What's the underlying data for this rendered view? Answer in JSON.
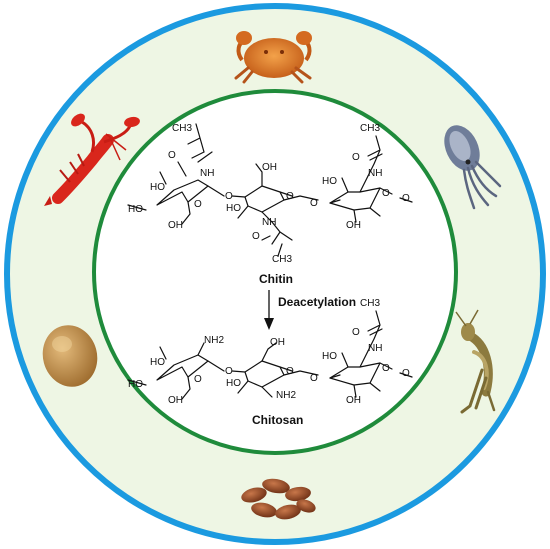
{
  "colors": {
    "outer_ring": "#1b9ae0",
    "ring_fill": "#eef6e4",
    "inner_ring": "#1f8b3b",
    "inner_fill": "#ffffff"
  },
  "sources": [
    {
      "name": "crab",
      "icon": "crab-icon"
    },
    {
      "name": "squid",
      "icon": "squid-icon"
    },
    {
      "name": "grasshopper",
      "icon": "grasshopper-icon"
    },
    {
      "name": "silkworm pupae",
      "icon": "silkworm-pupae-icon"
    },
    {
      "name": "mushroom",
      "icon": "mushroom-icon"
    },
    {
      "name": "crayfish",
      "icon": "crayfish-icon"
    }
  ],
  "chitin": {
    "label": "Chitin",
    "atoms": {
      "ch3_left": "CH3",
      "o_left": "O",
      "nh_left": "NH",
      "ho_a": "HO",
      "ho_b": "HO",
      "o_ring1": "O",
      "oh_1": "OH",
      "o_link1": "O",
      "oh_2": "OH",
      "ho_c": "HO",
      "o_ring2": "O",
      "nh_mid": "NH",
      "o_mid": "O",
      "ch3_mid": "CH3",
      "o_link2": "O",
      "ch3_right": "CH3",
      "o_right": "O",
      "nh_right": "NH",
      "ho_d": "HO",
      "o_ring3": "O",
      "oh_3": "OH",
      "o_end": "O"
    }
  },
  "reaction": {
    "label": "Deacetylation"
  },
  "chitosan": {
    "label": "Chitosan",
    "atoms": {
      "nh2_a": "NH2",
      "ho_a": "HO",
      "ho_b": "HO",
      "o_ring1": "O",
      "oh_1": "OH",
      "o_link1": "O",
      "oh_2": "OH",
      "ho_c": "HO",
      "o_ring2": "O",
      "nh2_b": "NH2",
      "o_link2": "O",
      "ch3_right": "CH3",
      "o_right": "O",
      "nh_right": "NH",
      "ho_d": "HO",
      "o_ring3": "O",
      "oh_3": "OH",
      "o_end": "O"
    }
  }
}
